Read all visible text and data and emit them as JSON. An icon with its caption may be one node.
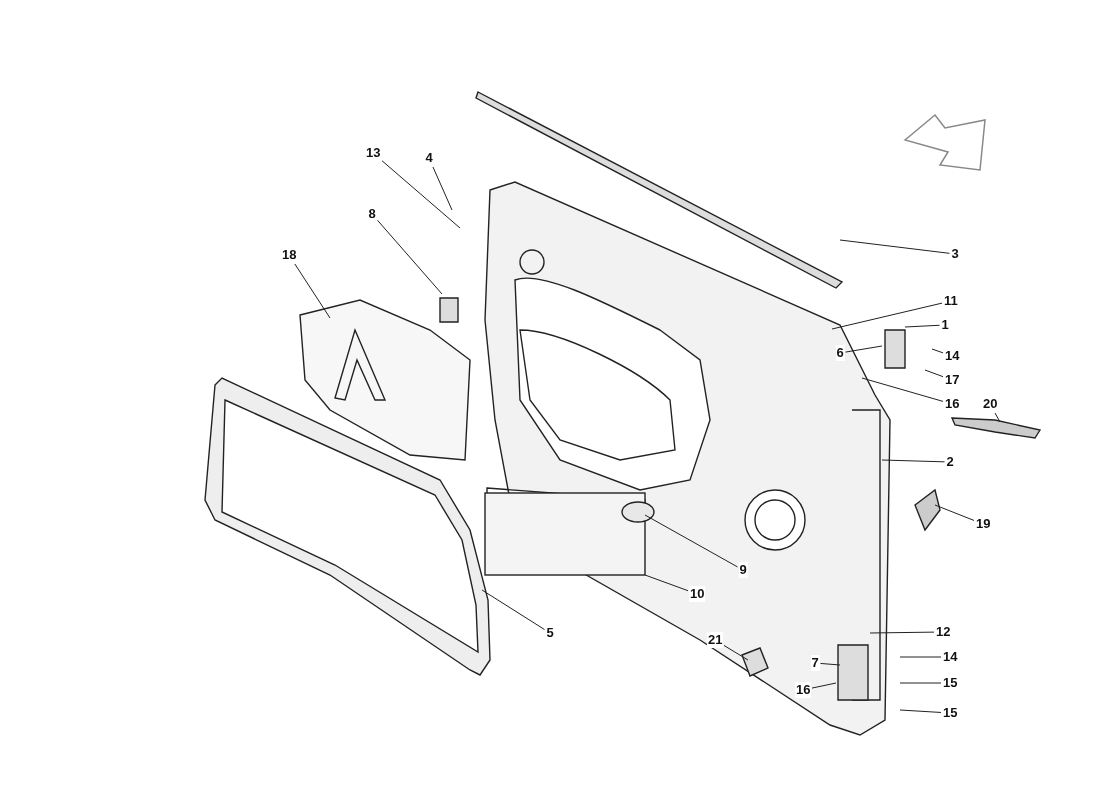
{
  "diagram": {
    "nodes": [
      {
        "text": [
          "13"
        ]
      },
      {
        "text": [
          "4"
        ]
      },
      {
        "text": [
          "8"
        ]
      },
      {
        "text": [
          "18"
        ]
      },
      {
        "text": [
          "3"
        ]
      },
      {
        "text": [
          "11"
        ]
      },
      {
        "text": [
          "1"
        ]
      },
      {
        "text": [
          "6"
        ]
      },
      {
        "text": [
          "14"
        ]
      },
      {
        "text": [
          "17"
        ]
      },
      {
        "text": [
          "16"
        ]
      },
      {
        "text": [
          "20"
        ]
      },
      {
        "text": [
          "2"
        ]
      },
      {
        "text": [
          "19"
        ]
      },
      {
        "text": [
          "9"
        ]
      },
      {
        "text": [
          "10"
        ]
      },
      {
        "text": [
          "5"
        ]
      },
      {
        "text": [
          "21"
        ]
      },
      {
        "text": [
          "12"
        ]
      },
      {
        "text": [
          "7"
        ]
      },
      {
        "text": [
          "14"
        ]
      },
      {
        "text": [
          "16"
        ]
      },
      {
        "text": [
          "15"
        ]
      },
      {
        "text": [
          "15"
        ]
      }
    ],
    "edges": [
      {
        "from": 0,
        "to": null,
        "arrow": "none"
      },
      {
        "from": 1,
        "to": null,
        "arrow": "none"
      },
      {
        "from": 2,
        "to": null,
        "arrow": "none"
      },
      {
        "from": 3,
        "to": null,
        "arrow": "none"
      },
      {
        "from": 4,
        "to": null,
        "arrow": "none"
      },
      {
        "from": 5,
        "to": null,
        "arrow": "none"
      },
      {
        "from": 6,
        "to": null,
        "arrow": "none"
      },
      {
        "from": 7,
        "to": null,
        "arrow": "none"
      },
      {
        "from": 8,
        "to": null,
        "arrow": "none"
      },
      {
        "from": 9,
        "to": null,
        "arrow": "none"
      },
      {
        "from": 10,
        "to": null,
        "arrow": "none"
      },
      {
        "from": 11,
        "to": null,
        "arrow": "none"
      },
      {
        "from": 12,
        "to": null,
        "arrow": "none"
      },
      {
        "from": 13,
        "to": null,
        "arrow": "none"
      },
      {
        "from": 14,
        "to": null,
        "arrow": "none"
      },
      {
        "from": 15,
        "to": null,
        "arrow": "none"
      },
      {
        "from": 16,
        "to": null,
        "arrow": "none"
      },
      {
        "from": 17,
        "to": null,
        "arrow": "none"
      },
      {
        "from": 18,
        "to": null,
        "arrow": "none"
      },
      {
        "from": 19,
        "to": null,
        "arrow": "none"
      },
      {
        "from": 20,
        "to": null,
        "arrow": "none"
      },
      {
        "from": 21,
        "to": null,
        "arrow": "none"
      },
      {
        "from": 22,
        "to": null,
        "arrow": "none"
      },
      {
        "from": 23,
        "to": null,
        "arrow": "none"
      }
    ]
  }
}
